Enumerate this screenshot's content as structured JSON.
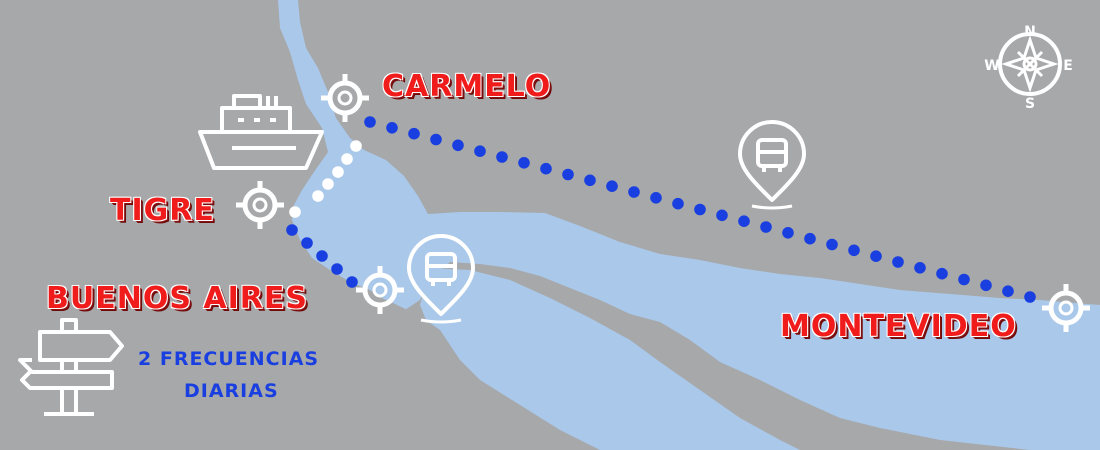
{
  "cities": {
    "carmelo": "CARMELO",
    "tigre": "TIGRE",
    "buenos_aires": "BUENOS AIRES",
    "montevideo": "MONTEVIDEO"
  },
  "frequency": {
    "line1": "2 FRECUENCIAS",
    "line2": "DIARIAS"
  },
  "compass": {
    "n": "N",
    "e": "E",
    "s": "S",
    "w": "W"
  },
  "colors": {
    "land": "#a7a8aa",
    "water": "#a9c8ea",
    "route_bus": "#1a3fe0",
    "route_ferry": "#ffffff",
    "city_label": "#f01c1c",
    "frequency_text": "#1a3fe0",
    "icons": "#ffffff"
  },
  "icons": [
    "ferry-icon",
    "bus-location-icon",
    "location-target-icon",
    "signpost-icon",
    "compass-rose-icon"
  ]
}
